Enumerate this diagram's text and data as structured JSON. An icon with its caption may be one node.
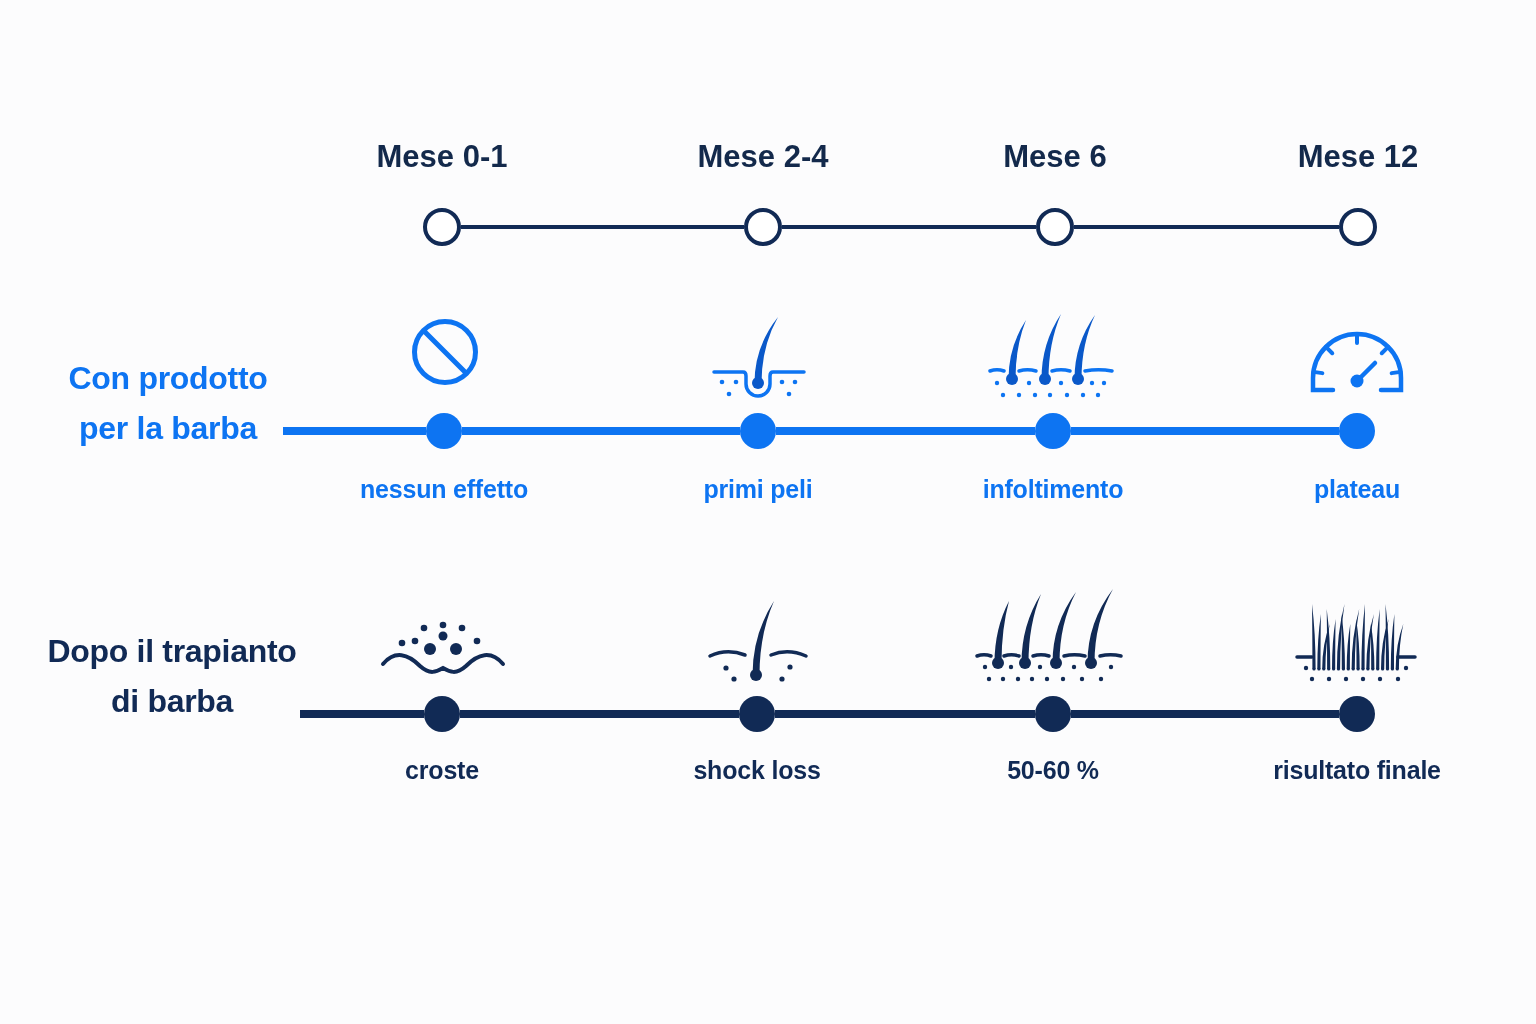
{
  "diagram": {
    "nodes": [
      {
        "text": [],
        "shape": "circle",
        "beside": [
          "Mese 0-1"
        ]
      },
      {
        "text": [],
        "shape": "circle",
        "beside": [
          "Mese 2-4"
        ]
      },
      {
        "text": [],
        "shape": "circle",
        "beside": [
          "Mese 6"
        ]
      },
      {
        "text": [],
        "shape": "circle",
        "beside": [
          "Mese 12"
        ]
      },
      {
        "text": [
          "Con prodotto per la barba"
        ]
      },
      {
        "text": [],
        "shape": "circle",
        "beside": [
          "nessun effetto"
        ]
      },
      {
        "text": [],
        "shape": "circle",
        "beside": [
          "primi peli"
        ]
      },
      {
        "text": [],
        "shape": "circle",
        "beside": [
          "infoltimento"
        ]
      },
      {
        "text": [],
        "shape": "circle",
        "beside": [
          "plateau"
        ]
      },
      {
        "text": [
          "Dopo il trapianto di barba"
        ]
      },
      {
        "text": [],
        "shape": "circle",
        "beside": [
          "croste"
        ]
      },
      {
        "text": [],
        "shape": "circle",
        "beside": [
          "shock loss"
        ]
      },
      {
        "text": [],
        "shape": "circle",
        "beside": [
          "50-60 %"
        ]
      },
      {
        "text": [],
        "shape": "circle",
        "beside": [
          "risultato finale"
        ]
      }
    ],
    "edges": [
      {
        "from": 0,
        "to": 1,
        "arrow": "none"
      },
      {
        "from": 1,
        "to": 2,
        "arrow": "none"
      },
      {
        "from": 2,
        "to": 3,
        "arrow": "none"
      },
      {
        "from": 4,
        "to": 5,
        "arrow": "none",
        "color": "#0d74f2"
      },
      {
        "from": 5,
        "to": 6,
        "arrow": "none",
        "color": "#0d74f2"
      },
      {
        "from": 6,
        "to": 7,
        "arrow": "none",
        "color": "#0d74f2"
      },
      {
        "from": 7,
        "to": 8,
        "arrow": "none",
        "color": "#0d74f2"
      },
      {
        "from": 9,
        "to": 10,
        "arrow": "none"
      },
      {
        "from": 10,
        "to": 11,
        "arrow": "none"
      },
      {
        "from": 11,
        "to": 12,
        "arrow": "none"
      },
      {
        "from": 12,
        "to": 13,
        "arrow": "none"
      }
    ]
  }
}
